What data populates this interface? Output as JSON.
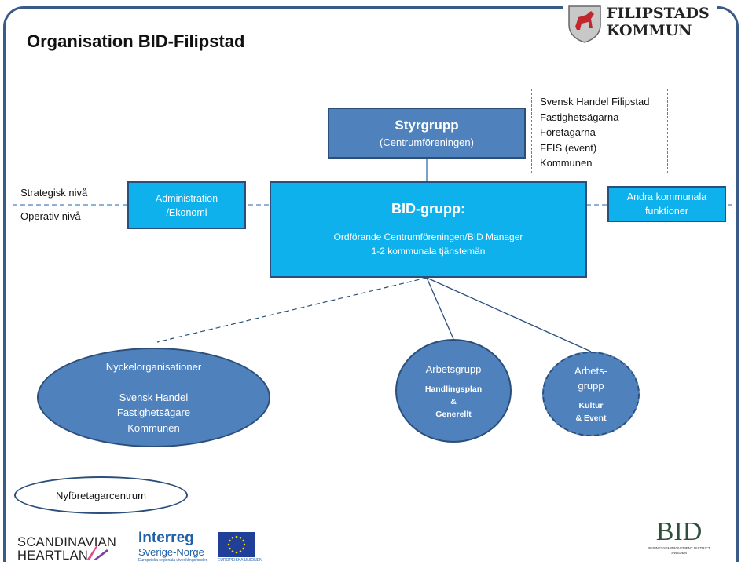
{
  "title": "Organisation BID-Filipstad",
  "logo_kommun": {
    "line1": "FILIPSTADS",
    "line2": "KOMMUN"
  },
  "styrgrupp": {
    "title": "Styrgrupp",
    "subtitle": "(Centrumföreningen)"
  },
  "members": [
    "Svensk Handel Filipstad",
    "Fastighetsägarna",
    "Företagarna",
    "FFIS (event)",
    "Kommunen"
  ],
  "levels": {
    "strategic": "Strategisk nivå",
    "operative": "Operativ nivå"
  },
  "bid_group": {
    "title": "BID-grupp:",
    "line1": "Ordförande Centrumföreningen/BID Manager",
    "line2": "1-2 kommunala tjänstemän"
  },
  "admin": {
    "line1": "Administration",
    "line2": "/Ekonomi"
  },
  "andra": {
    "line1": "Andra kommunala",
    "line2": "funktioner"
  },
  "nyckel": {
    "title": "Nyckelorganisationer",
    "items": [
      "Svensk Handel",
      "Fastighetsägare",
      "Kommunen"
    ]
  },
  "arbetsgrupp1": {
    "title": "Arbetsgrupp",
    "sub": [
      "Handlingsplan",
      "&",
      "Generellt"
    ]
  },
  "arbetsgrupp2": {
    "title1": "Arbets-",
    "title2": "grupp",
    "sub": [
      "Kultur",
      "& Event"
    ]
  },
  "nyforetagarcentrum": "Nyföretagarcentrum",
  "footer": {
    "scandinavian": {
      "line1": "SCANDINAVIAN",
      "line2": "HEARTLAN"
    },
    "interreg": {
      "line1": "Interreg",
      "line2": "Sverige-Norge",
      "line3": "Europeiska regionala utvecklingsfonden"
    },
    "eu": "EUROPEISKA UNIONEN",
    "bid_logo": {
      "big": "BID",
      "small1": "BUSINESS IMPROVEMENT DISTRICT",
      "small2": "SWEDEN"
    }
  },
  "colors": {
    "dark_blue": "#4f81bd",
    "light_blue": "#0eb1ec",
    "border": "#2b4f7a"
  },
  "icons": [
    "coat-of-arms-icon",
    "eu-flag-icon"
  ]
}
